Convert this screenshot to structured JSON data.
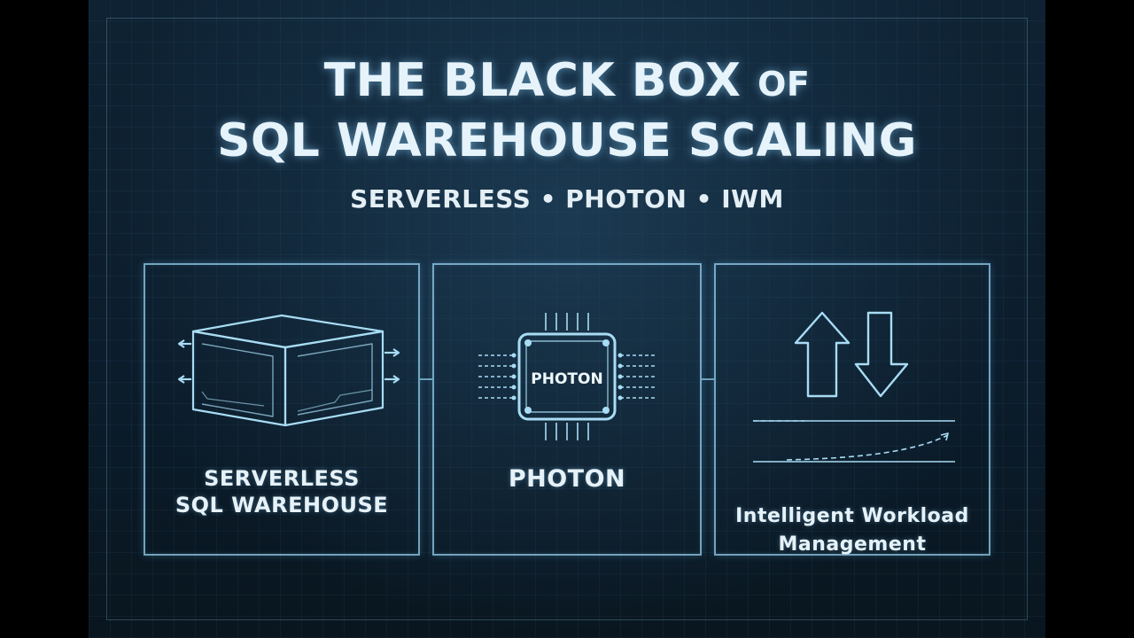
{
  "title": {
    "line1_main": "THE BLACK BOX",
    "line1_suffix": "OF",
    "line2": "SQL WAREHOUSE SCALING"
  },
  "subtitle": "SERVERLESS • PHOTON • IWM",
  "panels": [
    {
      "label_line1": "SERVERLESS",
      "label_line2": "SQL WAREHOUSE",
      "icon": "warehouse-box-icon"
    },
    {
      "label": "PHOTON",
      "chip_text": "PHOTON",
      "icon": "photon-chip-icon"
    },
    {
      "label_line1": "Intelligent Workload",
      "label_line2": "Management",
      "icon": "scale-arrows-icon"
    }
  ],
  "colors": {
    "background": "#0e2233",
    "line": "#a8dcf4",
    "text": "#e6f3fa"
  }
}
